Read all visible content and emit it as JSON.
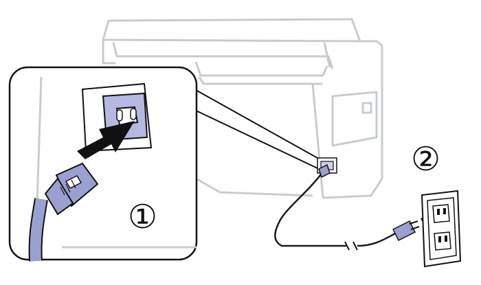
{
  "colors": {
    "printer_outline": "#c7cbcf",
    "zoom_outline": "#111111",
    "cord": "#1a1a1a",
    "plug_fill": "#9aa0cf",
    "arrow": "#111111",
    "inlet_fill": "#b5b8e0"
  },
  "icons": [
    "printer-illustration",
    "ac-inlet-icon",
    "power-plug-icon",
    "insert-arrow-icon",
    "wall-outlet-icon"
  ],
  "steps": {
    "step1": "①",
    "step2": "②"
  }
}
